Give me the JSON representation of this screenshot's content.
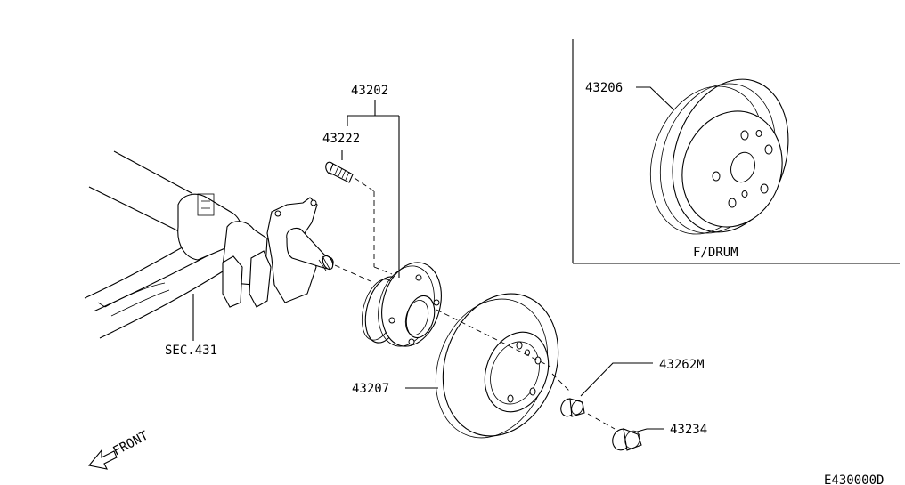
{
  "labels": {
    "hub_assembly": "43202",
    "hub_bolt": "43222",
    "brake_drum": "43206",
    "drum_caption": "F/DRUM",
    "axle_section": "SEC.431",
    "disc_rotor": "43207",
    "hub_nut": "43262M",
    "hub_cap": "43234",
    "front_indicator": "FRONT",
    "diagram_code": "E430000D"
  }
}
